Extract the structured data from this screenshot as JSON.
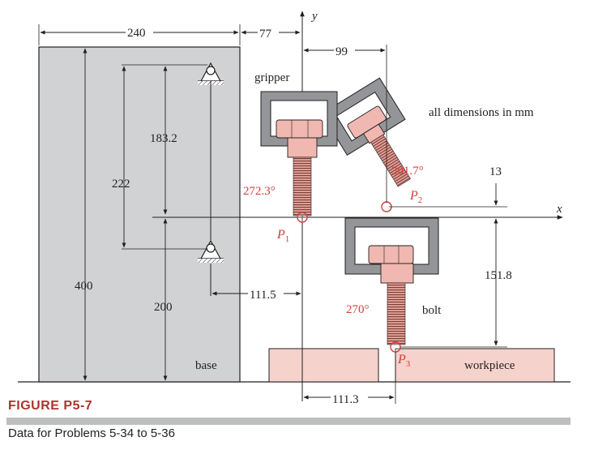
{
  "figure": {
    "title": "FIGURE P5-7",
    "caption": "Data for Problems 5-34  to 5-36"
  },
  "labels": {
    "axis_x": "x",
    "axis_y": "y",
    "gripper": "gripper",
    "base": "base",
    "bolt": "bolt",
    "workpiece": "workpiece",
    "units_note": "all dimensions in mm",
    "p1": "P",
    "p1_sub": "1",
    "p2": "P",
    "p2_sub": "2",
    "p3": "P",
    "p3_sub": "3"
  },
  "dimensions": {
    "d240": "240",
    "d77": "77",
    "d99": "99",
    "d183_2": "183.2",
    "d222": "222",
    "d400": "400",
    "d200": "200",
    "d111_5": "111.5",
    "d13": "13",
    "d151_8": "151.8",
    "d111_3": "111.3"
  },
  "angles": {
    "a272_3": "272.3°",
    "a301_7": "301.7°",
    "a270": "270°"
  },
  "colors": {
    "base_fill": "#d1d2d4",
    "gripper_fill": "#939598",
    "bolt_fill": "#f0b8b0",
    "workpiece_fill": "#f6d2cc",
    "accent_red": "#d0403a",
    "ink": "#231f20"
  }
}
